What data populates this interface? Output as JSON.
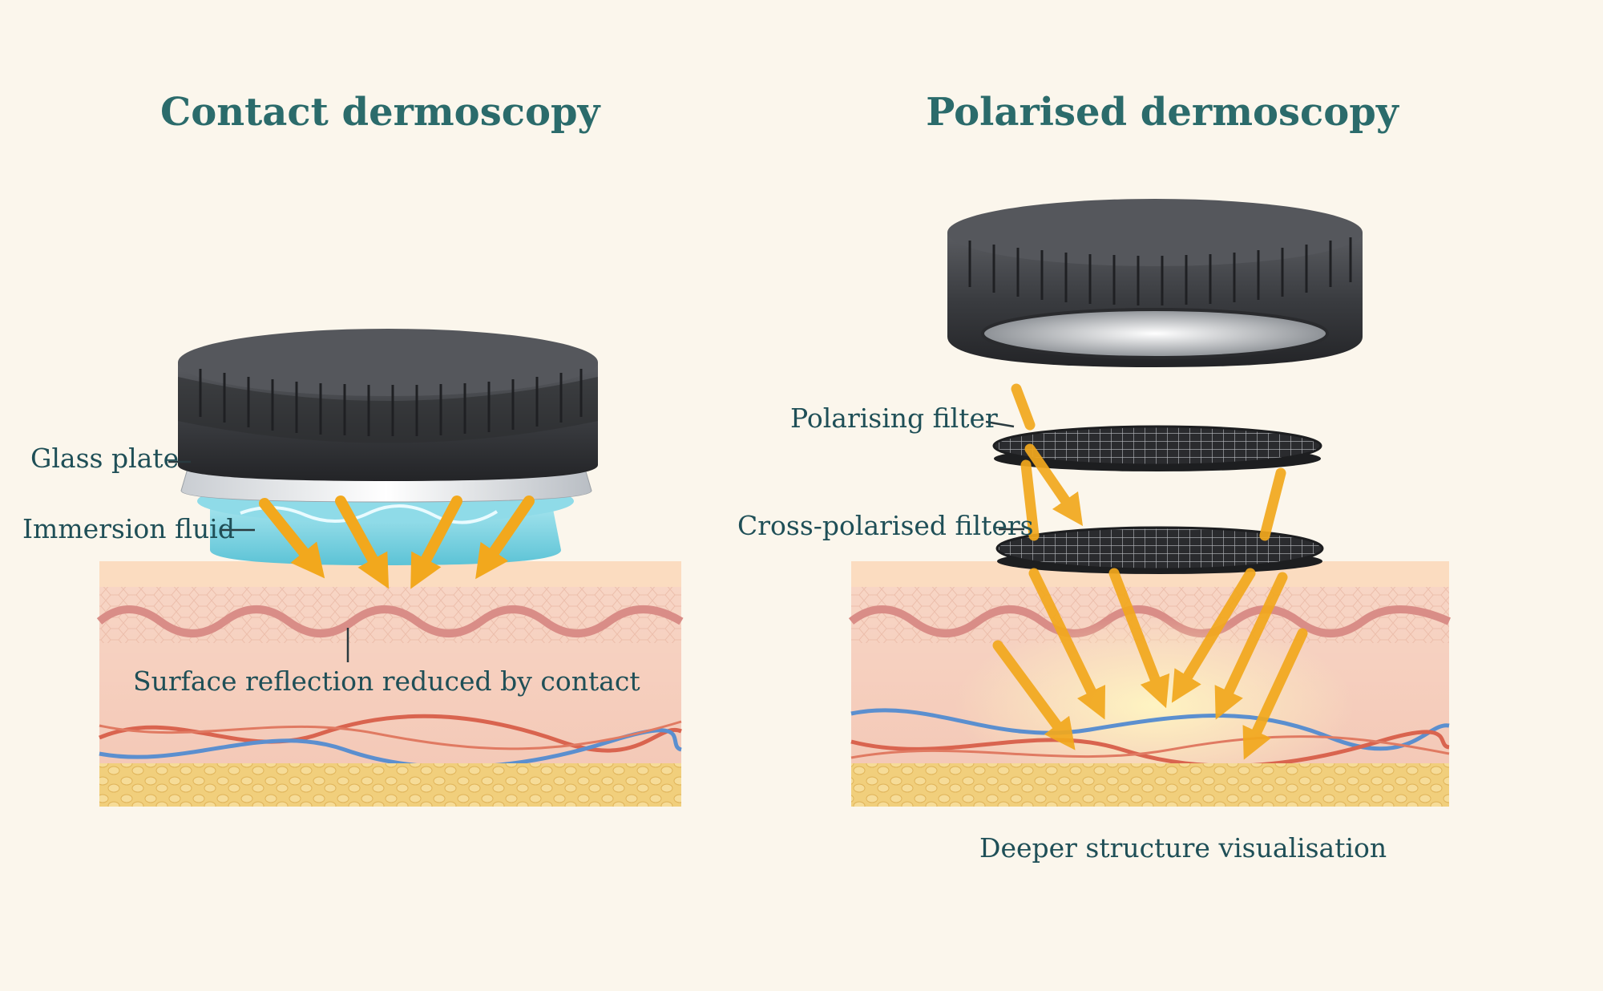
{
  "left_panel": {
    "title": "Contact dermoscopy",
    "labels": {
      "glass_plate": "Glass plate",
      "immersion_fluid": "Immersion fluid",
      "surface_reflection": "Surface reflection reduced by contact"
    }
  },
  "right_panel": {
    "title": "Polarised dermoscopy",
    "labels": {
      "polarising_filter": "Polarising filter",
      "cross_polarised": "Cross-polarised filters",
      "deeper_structure": "Deeper structure visualisation"
    }
  },
  "colors": {
    "background": "#fbf6ec",
    "title": "#2b6b6b",
    "label": "#1f4f57",
    "lens_body": "#3c3e42",
    "light_arrow": "#f2a81d",
    "fluid": "#7fd3e0",
    "skin_dermis": "#f6d2c2",
    "fat_layer": "#f1cf7c"
  },
  "icons": {
    "lens": "dermatoscope-lens-icon",
    "filter": "polarising-filter-disc-icon",
    "arrow": "light-ray-arrow-icon"
  }
}
